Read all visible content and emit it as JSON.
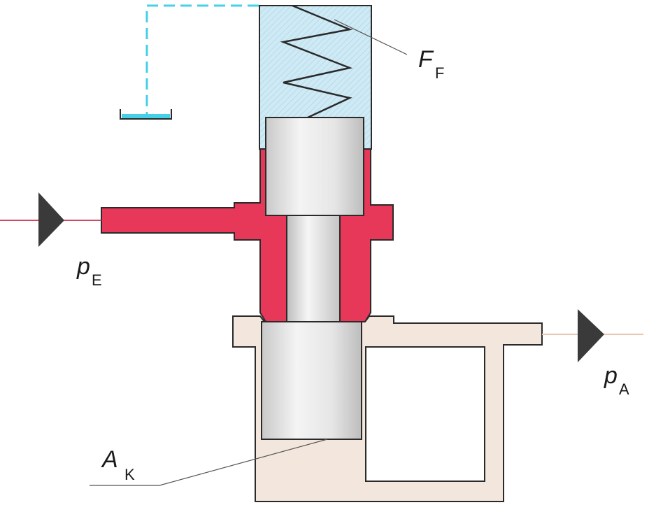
{
  "labels": {
    "spring_force": {
      "main": "F",
      "sub": "F"
    },
    "inlet_pressure": {
      "main": "p",
      "sub": "E"
    },
    "outlet_pressure": {
      "main": "p",
      "sub": "A"
    },
    "piston_area": {
      "main": "A",
      "sub": "K"
    }
  },
  "colors": {
    "spring_chamber": "#cfeaf4",
    "spring_chamber_hatch": "#a9d6e8",
    "high_pressure": "#e8385a",
    "outlet_body": "#f3e6dc",
    "piston": "#e2e2e2",
    "drain_line": "#45d0e8",
    "outline": "#2a2a2a",
    "arrow": "#3a3a3a"
  }
}
